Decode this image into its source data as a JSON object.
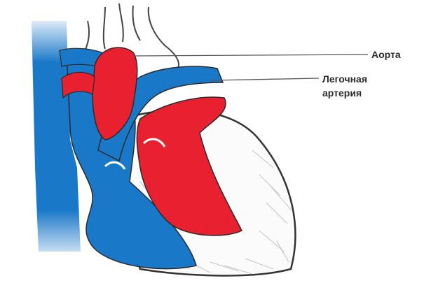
{
  "labels": {
    "aorta": "Аорта",
    "pulmonary_artery_line1": "Легочная",
    "pulmonary_artery_line2": "артерия"
  },
  "colors": {
    "oxygenated": "#e8202f",
    "deoxygenated": "#1a78c9",
    "outline": "#3a3a3a",
    "background": "#ffffff"
  },
  "icons": {
    "heart": "heart-icon"
  }
}
